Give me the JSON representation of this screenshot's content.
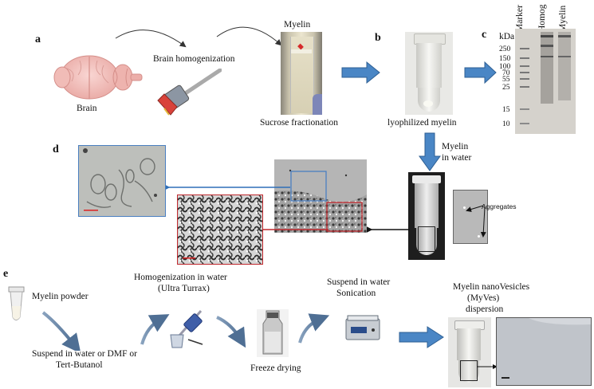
{
  "panels": {
    "a": "a",
    "b": "b",
    "c": "c",
    "d": "d",
    "e": "e"
  },
  "top": {
    "brain": "Brain",
    "homogenization": "Brain homogenization",
    "myelin": "Myelin",
    "sucrose": "Sucrose fractionation",
    "lyophilized": "lyophilized myelin",
    "myelin_in": "Myelin",
    "in_water": "in water",
    "aggregates": "Aggregates"
  },
  "gel": {
    "kda": "kDa",
    "lanes": [
      "Marker",
      "Homog",
      "Myelin"
    ],
    "markers": [
      "250",
      "150",
      "100",
      "70",
      "55",
      "25",
      "15",
      "10"
    ]
  },
  "workflow": {
    "myelin_powder": "Myelin powder",
    "homog_line1": "Homogenization in water",
    "homog_line2": "(Ultra Turrax)",
    "suspend_line1": "Suspend in water or DMF or",
    "suspend_line2": "Tert-Butanol",
    "freeze": "Freeze drying",
    "suspend_water": "Suspend in water",
    "sonication": "Sonication",
    "myves_line1": "Myelin nanoVesicles",
    "myves_line2": "(MyVes)",
    "myves_line3": "dispersion"
  },
  "colors": {
    "arrow_blue": "#4a86c5",
    "frame_blue": "#4a7fc1",
    "frame_red": "#c0282d"
  }
}
